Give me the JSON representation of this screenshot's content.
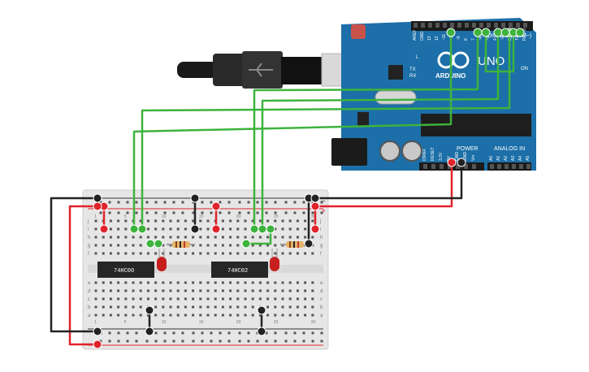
{
  "arduino": {
    "brand": "ARDUINO",
    "model": "UNO",
    "digital_label": "DIGITAL (PWM~)",
    "power_label": "POWER",
    "analog_label": "ANALOG IN",
    "on_label": "ON",
    "led_l": "L",
    "led_tx": "TX",
    "led_rx": "RX",
    "top_pins": [
      "AREF",
      "GND",
      "13",
      "12",
      "~11",
      "~10",
      "~9",
      "8",
      "7",
      "~6",
      "~5",
      "4",
      "~3",
      "2",
      "TX→1",
      "RX←0"
    ],
    "power_pins": [
      "IOREF",
      "RESET",
      "3.3V",
      "5V",
      "GND",
      "GND",
      "Vin"
    ],
    "analog_pins": [
      "A0",
      "A1",
      "A2",
      "A3",
      "A4",
      "A5"
    ],
    "board_color": "#1c6fa8"
  },
  "chips": [
    {
      "label": "74HC00"
    },
    {
      "label": "74HC02"
    }
  ],
  "breadboard": {
    "row_letters_top": [
      "j",
      "i",
      "h",
      "g",
      "f"
    ],
    "row_letters_bottom": [
      "e",
      "d",
      "c",
      "b",
      "a"
    ],
    "column_numbers": [
      "1",
      "5",
      "10",
      "15",
      "20",
      "25",
      "30"
    ],
    "rail_minus": "−",
    "rail_plus": "+"
  },
  "colors": {
    "wire_green": "#3db33d",
    "wire_red": "#e0242b",
    "wire_black": "#222222",
    "led": "#c81e1e"
  }
}
